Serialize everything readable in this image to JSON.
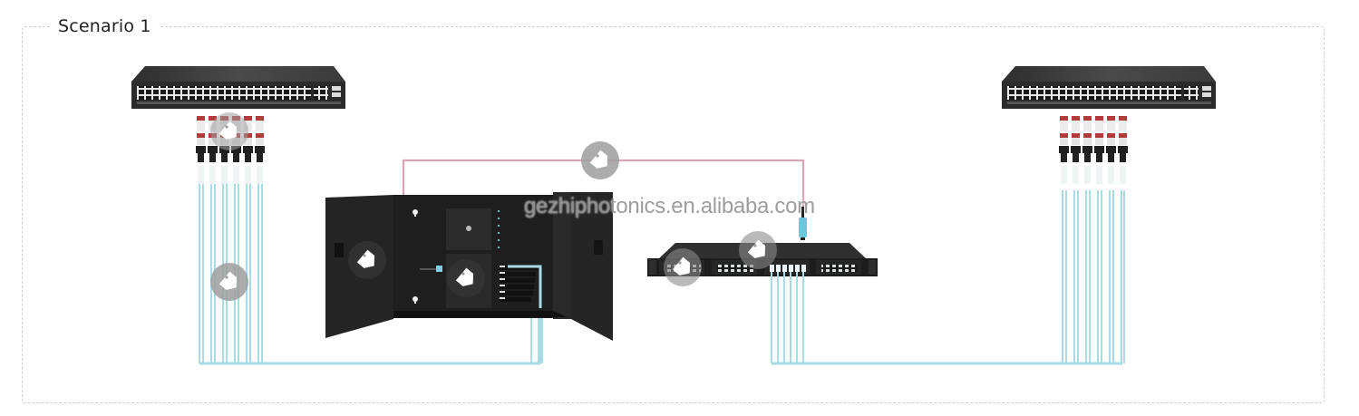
{
  "section": {
    "title": "Scenario 1"
  },
  "watermark": "gezhiphotonics.en.alibaba.com",
  "colors": {
    "fiber_aqua": "#a8dbe4",
    "fiber_pink": "#d9a3b8",
    "device_dark": "#2a2a2a",
    "tag_badge": "#9e9e9e",
    "frame_border": "#cfcfcf"
  },
  "diagram": {
    "nodes": [
      {
        "id": "switch-left",
        "type": "network-switch",
        "icon": "switch-icon"
      },
      {
        "id": "transceivers-left",
        "type": "transceiver-array",
        "count": 6
      },
      {
        "id": "wall-mount-enclosure",
        "type": "fiber-enclosure",
        "icon": "enclosure-icon"
      },
      {
        "id": "patch-panel",
        "type": "rack-patch-panel",
        "icon": "patch-panel-icon"
      },
      {
        "id": "switch-right",
        "type": "network-switch",
        "icon": "switch-icon"
      },
      {
        "id": "transceivers-right",
        "type": "transceiver-array",
        "count": 6
      }
    ],
    "links": [
      {
        "from": "transceivers-left",
        "to": "wall-mount-enclosure",
        "cable": "aqua-lc-fiber-bundle"
      },
      {
        "from": "wall-mount-enclosure",
        "to": "patch-panel",
        "cable": "pink-mtp-trunk"
      },
      {
        "from": "patch-panel",
        "to": "transceivers-right",
        "cable": "aqua-lc-fiber-bundle"
      }
    ],
    "tag_badges": [
      {
        "name": "tag-transceivers-left",
        "icon": "tag-icon"
      },
      {
        "name": "tag-fiber-left",
        "icon": "tag-icon"
      },
      {
        "name": "tag-trunk",
        "icon": "tag-icon"
      },
      {
        "name": "tag-enclosure-door",
        "icon": "tag-icon"
      },
      {
        "name": "tag-enclosure-cassette",
        "icon": "tag-icon"
      },
      {
        "name": "tag-patch-panel-left",
        "icon": "tag-icon"
      },
      {
        "name": "tag-patch-panel-top",
        "icon": "tag-icon"
      }
    ]
  }
}
